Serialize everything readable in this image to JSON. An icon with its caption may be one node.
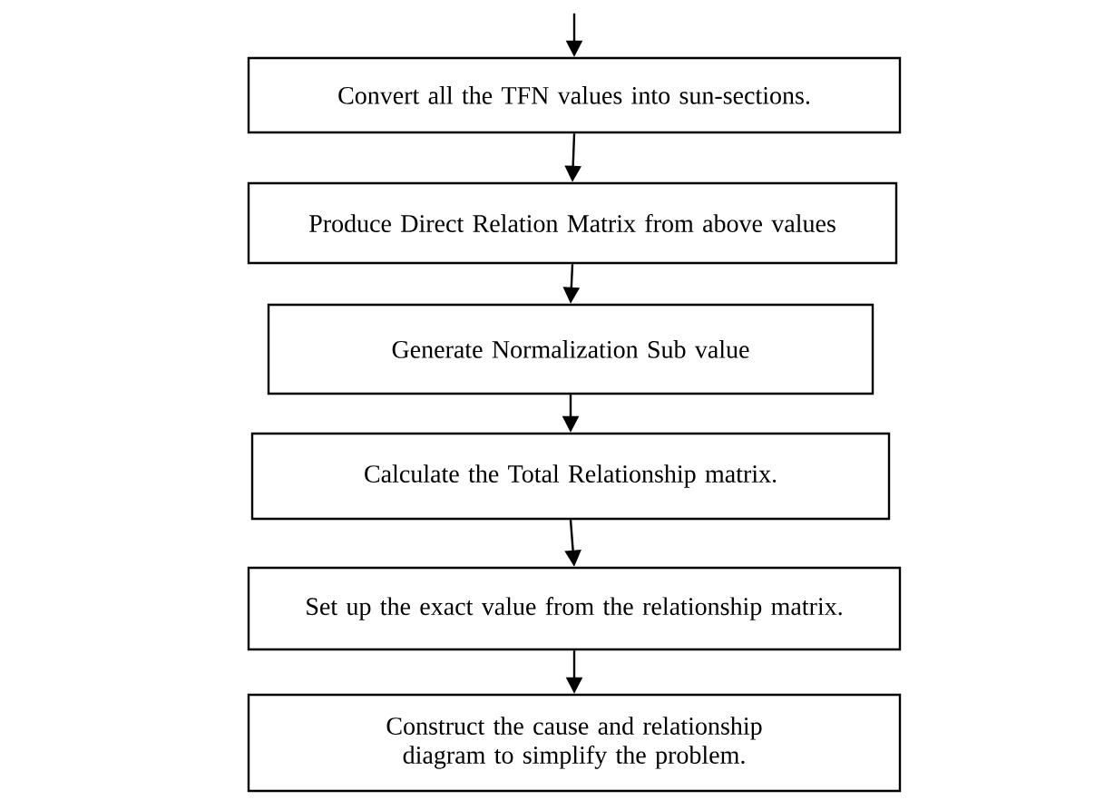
{
  "diagram": {
    "nodes": [
      {
        "text": [
          "Convert all the TFN values into sun-sections."
        ]
      },
      {
        "text": [
          "Produce Direct Relation Matrix from above values"
        ]
      },
      {
        "text": [
          "Generate Normalization Sub value"
        ]
      },
      {
        "text": [
          "Calculate the Total Relationship matrix."
        ]
      },
      {
        "text": [
          "Set up the exact value from the relationship matrix."
        ]
      },
      {
        "text": [
          "Construct the cause and relationship diagram to simplify the problem."
        ]
      }
    ],
    "edges": [
      {
        "from": null,
        "to": 0,
        "arrow": "to"
      },
      {
        "from": 0,
        "to": 1,
        "arrow": "to"
      },
      {
        "from": 1,
        "to": 2,
        "arrow": "to"
      },
      {
        "from": 2,
        "to": 3,
        "arrow": "to"
      },
      {
        "from": 3,
        "to": 4,
        "arrow": "to"
      },
      {
        "from": 4,
        "to": 5,
        "arrow": "to"
      }
    ]
  }
}
